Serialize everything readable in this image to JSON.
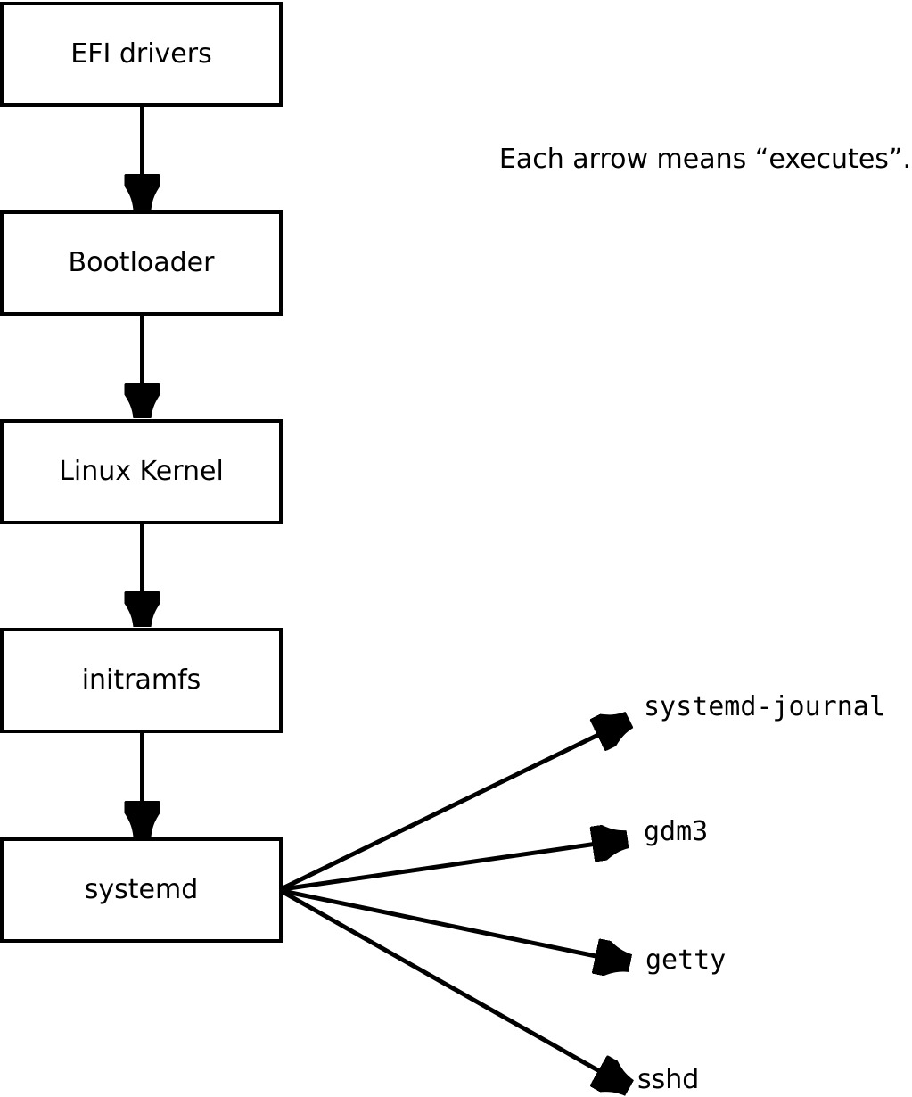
{
  "note": "Each arrow means “executes”.",
  "arrow_meaning": "executes",
  "colors": {
    "ink": "#000000",
    "background": "#ffffff"
  },
  "boot_chain": {
    "efi": "EFI drivers",
    "bootloader": "Bootloader",
    "kernel": "Linux Kernel",
    "initramfs": "initramfs",
    "systemd": "systemd"
  },
  "spawned_services": {
    "journal": "systemd-journal",
    "gdm3": "gdm3",
    "getty": "getty",
    "sshd": "sshd"
  }
}
